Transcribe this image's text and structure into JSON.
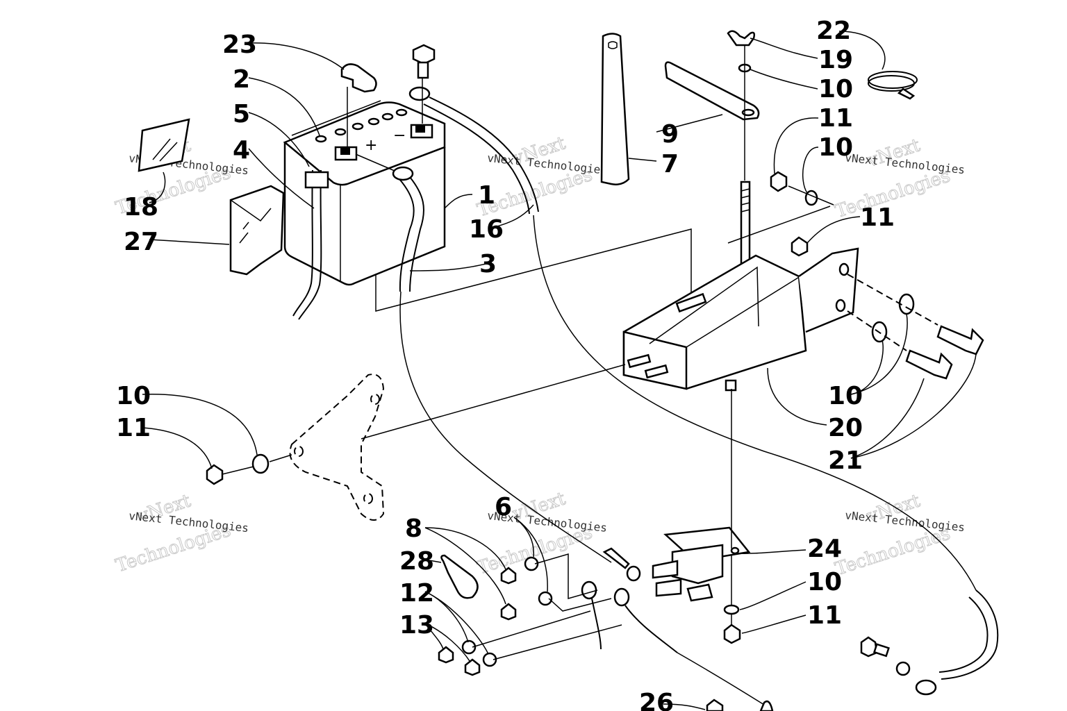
{
  "watermark": {
    "line1": "vNext",
    "line2": "Technologies",
    "small": "vNext Technologies"
  },
  "labels": {
    "l23": "23",
    "l2": "2",
    "l5": "5",
    "l4": "4",
    "l18": "18",
    "l27": "27",
    "l1": "1",
    "l16": "16",
    "l3": "3",
    "l7": "7",
    "l9": "9",
    "l22": "22",
    "l19": "19",
    "l10a": "10",
    "l11a": "11",
    "l10b": "10",
    "l11b": "11",
    "l10c": "10",
    "l20": "20",
    "l21": "21",
    "l10d": "10",
    "l11c": "11",
    "l6": "6",
    "l8": "8",
    "l28": "28",
    "l12": "12",
    "l13": "13",
    "l24": "24",
    "l10e": "10",
    "l11d": "11",
    "l26": "26"
  },
  "colors": {
    "line": "#000000",
    "background": "#ffffff",
    "watermark": "#c8c8c8"
  }
}
